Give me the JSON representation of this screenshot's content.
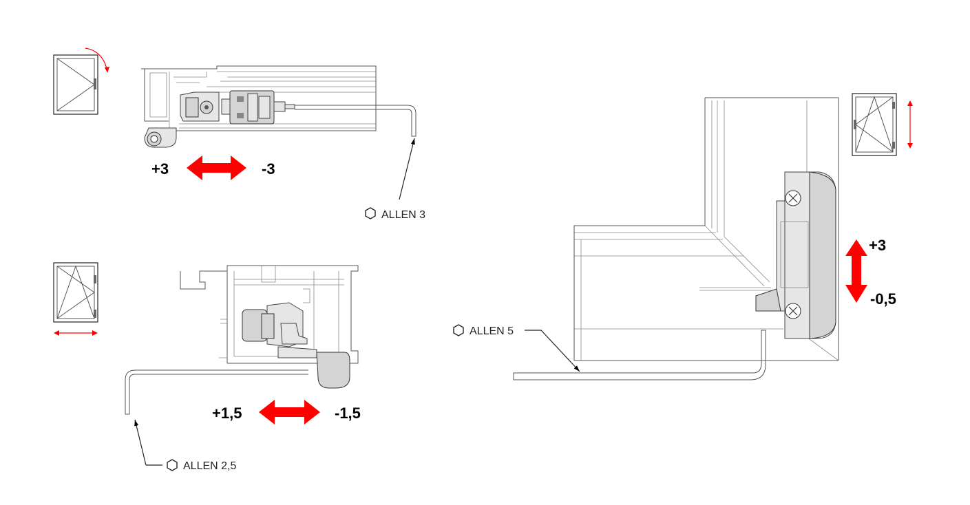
{
  "colors": {
    "arrow": "#ff0000",
    "line": "#555555",
    "part_fill": "#d4d4d4"
  },
  "top_left": {
    "adjust_plus": "+3",
    "adjust_minus": "-3",
    "tool_label": "ALLEN 3",
    "tool_icon": "hexagon-icon",
    "window_icon": "window-tilt-icon"
  },
  "bottom_left": {
    "adjust_plus": "+1,5",
    "adjust_minus": "-1,5",
    "tool_label": "ALLEN 2,5",
    "tool_icon": "hexagon-icon",
    "window_icon": "window-tilt-turn-icon"
  },
  "right": {
    "adjust_plus": "+3",
    "adjust_minus": "-0,5",
    "tool_label": "ALLEN 5",
    "tool_icon": "hexagon-icon",
    "window_icon": "window-tilt-turn-icon"
  }
}
